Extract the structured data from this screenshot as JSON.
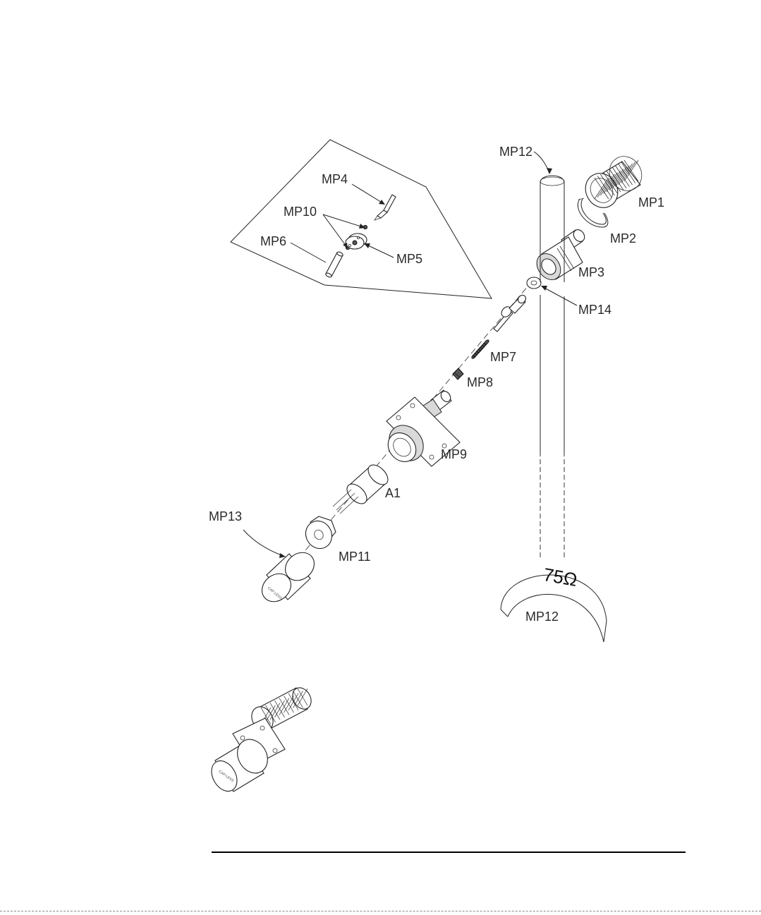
{
  "labels": {
    "mp1": "MP1",
    "mp2": "MP2",
    "mp3": "MP3",
    "mp4": "MP4",
    "mp5": "MP5",
    "mp6": "MP6",
    "mp7": "MP7",
    "mp8": "MP8",
    "mp9": "MP9",
    "mp10": "MP10",
    "mp11": "MP11",
    "mp12_top": "MP12",
    "mp12_band": "MP12",
    "mp13": "MP13",
    "mp14": "MP14",
    "a1": "A1"
  },
  "band_marking": "75Ω",
  "cap_marking": "CAP-LESS"
}
